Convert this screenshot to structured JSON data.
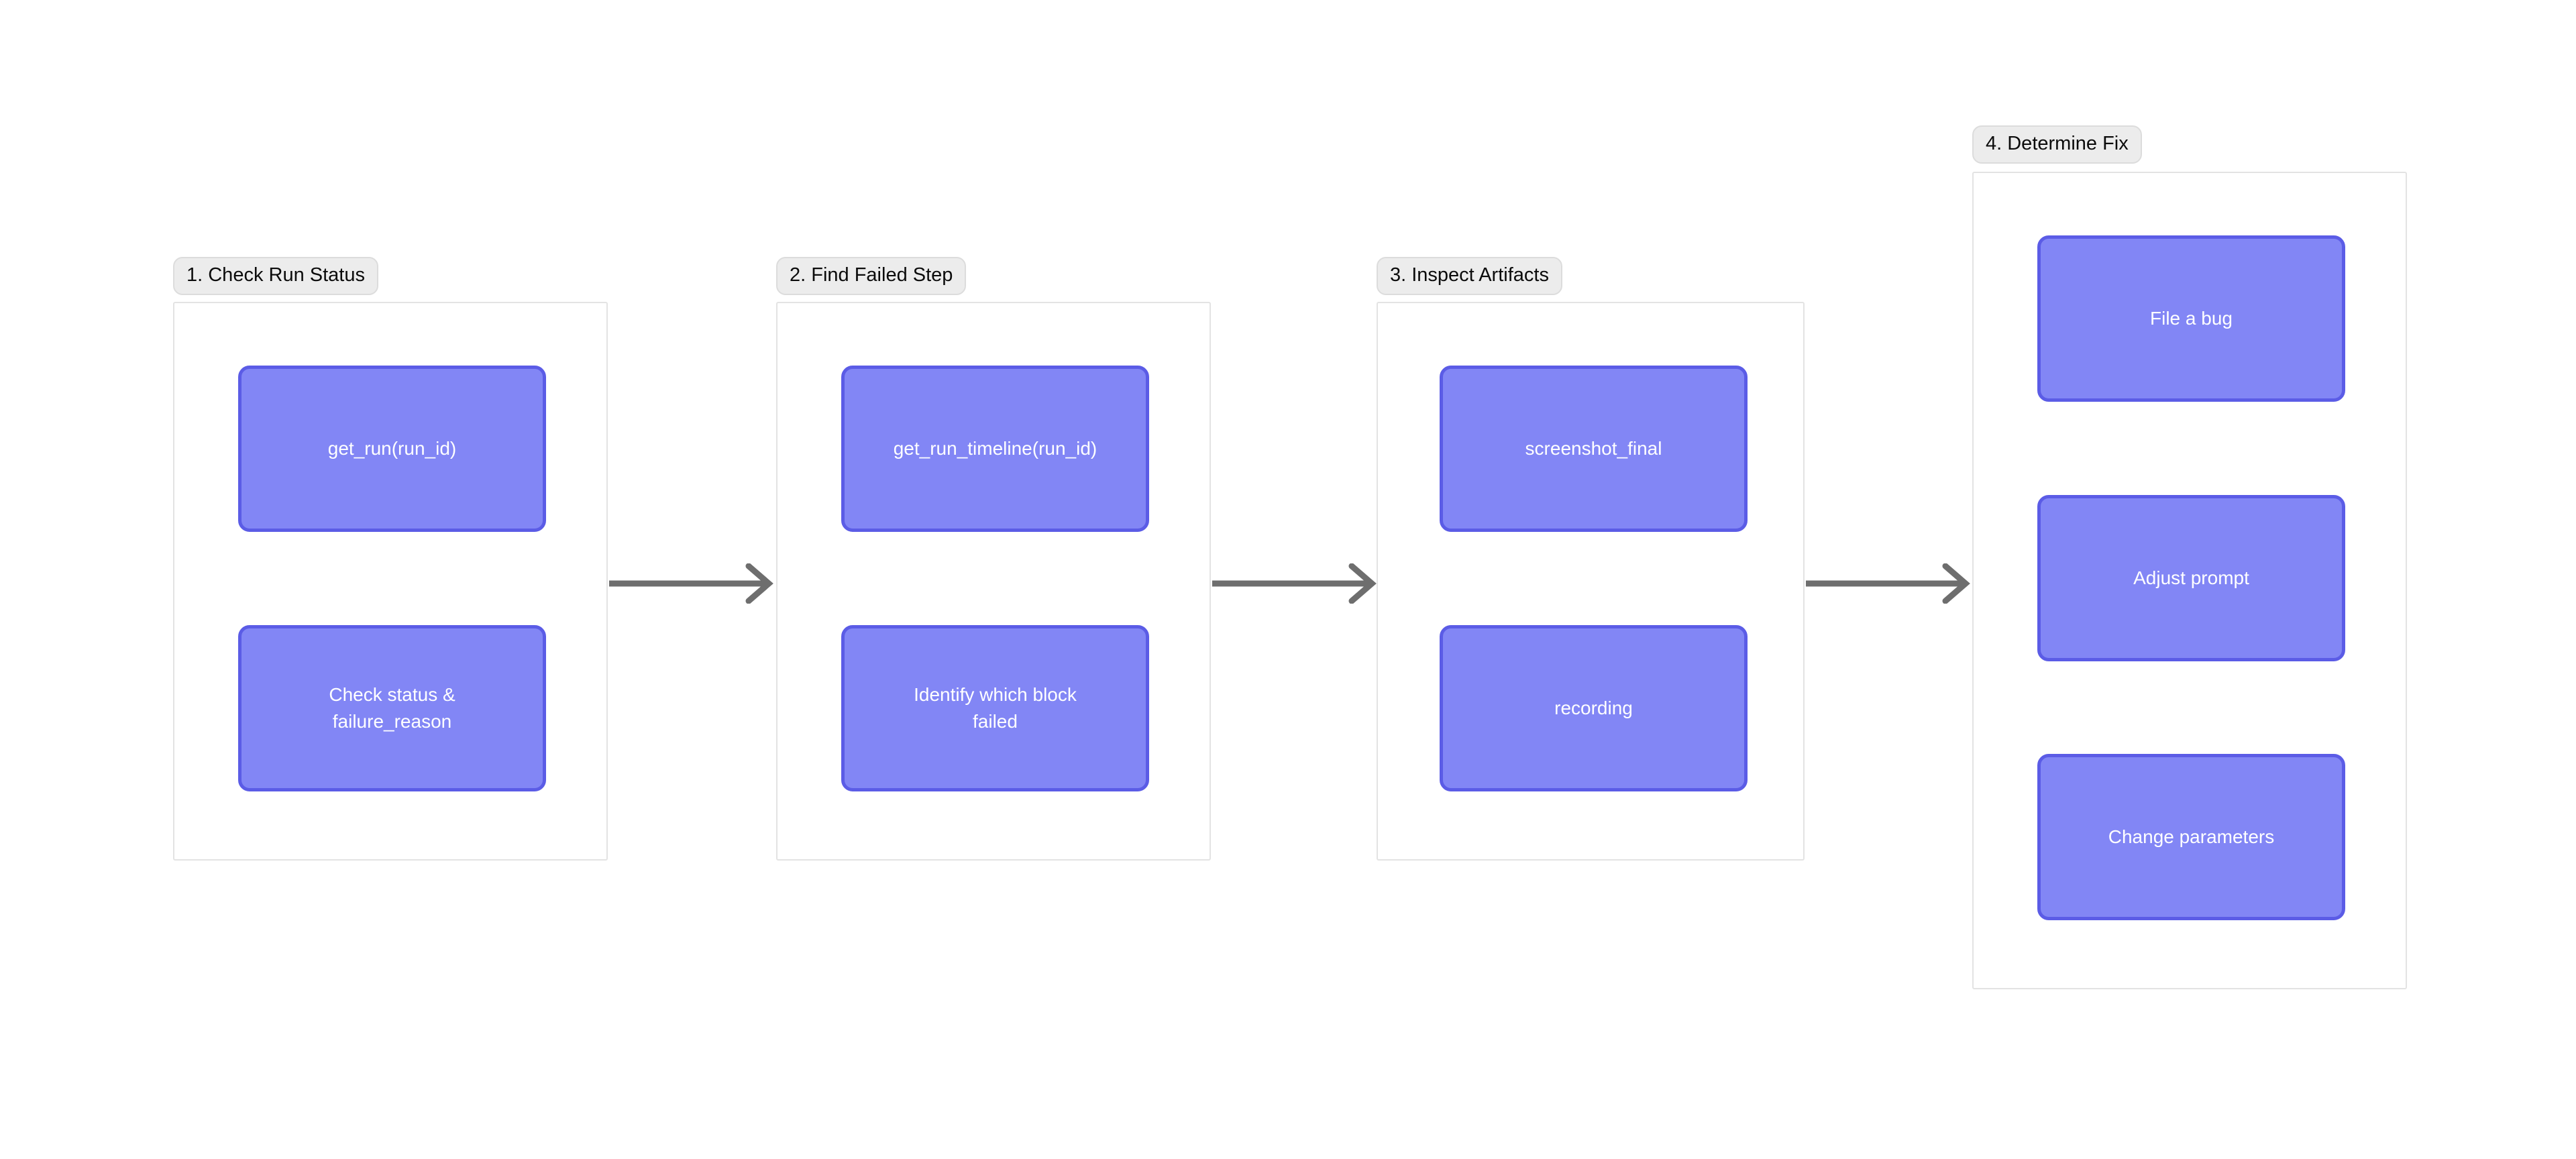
{
  "diagram": {
    "type": "flowchart-lr",
    "background_color": "#ffffff",
    "node_fill": "#8286f5",
    "node_border": "#5b5ce6",
    "node_text_color": "#ffffff",
    "group_border": "#e3e3e3",
    "group_label_bg": "#ececec",
    "arrow_color": "#6e6e6e",
    "groups": [
      {
        "id": "g1",
        "label": "1. Check Run Status",
        "nodes": [
          {
            "id": "n1",
            "label": "get_run(run_id)"
          },
          {
            "id": "n2",
            "label": "Check status &\nfailure_reason"
          }
        ]
      },
      {
        "id": "g2",
        "label": "2. Find Failed Step",
        "nodes": [
          {
            "id": "n3",
            "label": "get_run_timeline(run_id)"
          },
          {
            "id": "n4",
            "label": "Identify which block\nfailed"
          }
        ]
      },
      {
        "id": "g3",
        "label": "3. Inspect Artifacts",
        "nodes": [
          {
            "id": "n5",
            "label": "screenshot_final"
          },
          {
            "id": "n6",
            "label": "recording"
          }
        ]
      },
      {
        "id": "g4",
        "label": "4. Determine Fix",
        "nodes": [
          {
            "id": "n7",
            "label": "File a bug"
          },
          {
            "id": "n8",
            "label": "Adjust prompt"
          },
          {
            "id": "n9",
            "label": "Change parameters"
          }
        ]
      }
    ],
    "edges": [
      {
        "id": "e1",
        "from": "g1",
        "to": "g2"
      },
      {
        "id": "e2",
        "from": "g2",
        "to": "g3"
      },
      {
        "id": "e3",
        "from": "g3",
        "to": "g4"
      }
    ]
  }
}
